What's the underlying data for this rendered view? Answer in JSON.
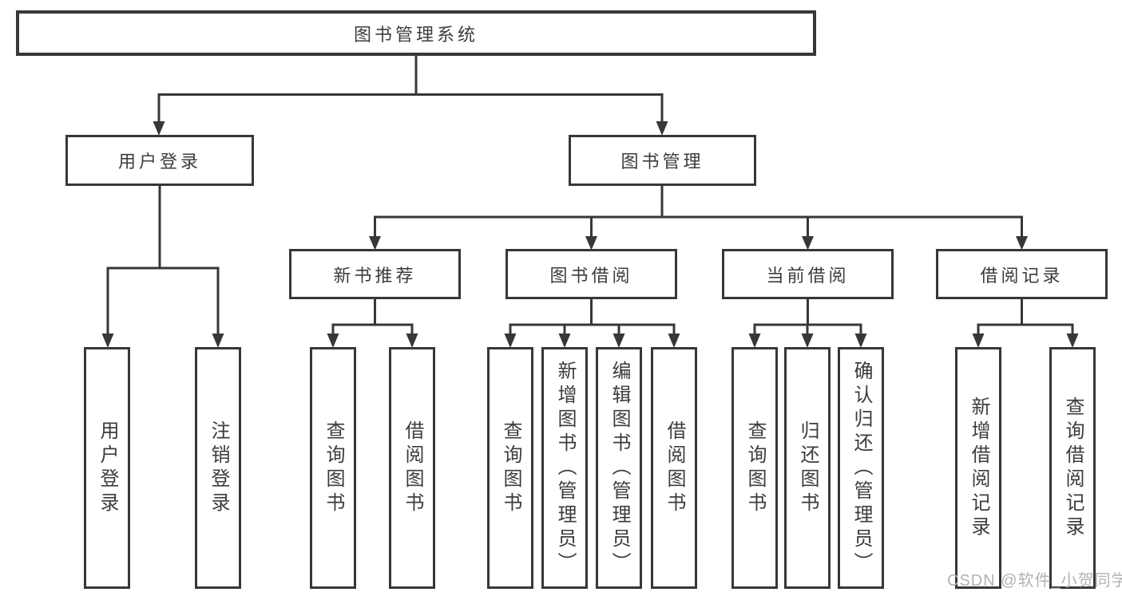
{
  "diagram": {
    "root": {
      "label": "图书管理系统"
    },
    "branches": [
      {
        "label": "用户登录",
        "children": [
          {
            "label": "用户登录"
          },
          {
            "label": "注销登录"
          }
        ]
      },
      {
        "label": "图书管理",
        "children": [
          {
            "label": "新书推荐",
            "children": [
              {
                "label": "查询图书"
              },
              {
                "label": "借阅图书"
              }
            ]
          },
          {
            "label": "图书借阅",
            "children": [
              {
                "label": "查询图书"
              },
              {
                "label": "新增图书（管理员）"
              },
              {
                "label": "编辑图书（管理员）"
              },
              {
                "label": "借阅图书"
              }
            ]
          },
          {
            "label": "当前借阅",
            "children": [
              {
                "label": "查询图书"
              },
              {
                "label": "归还图书"
              },
              {
                "label": "确认归还（管理员）"
              }
            ]
          },
          {
            "label": "借阅记录",
            "children": [
              {
                "label": "新增借阅记录"
              },
              {
                "label": "查询借阅记录"
              }
            ]
          }
        ]
      }
    ]
  },
  "watermark": {
    "text": "CSDN @软件_小贺同学"
  }
}
